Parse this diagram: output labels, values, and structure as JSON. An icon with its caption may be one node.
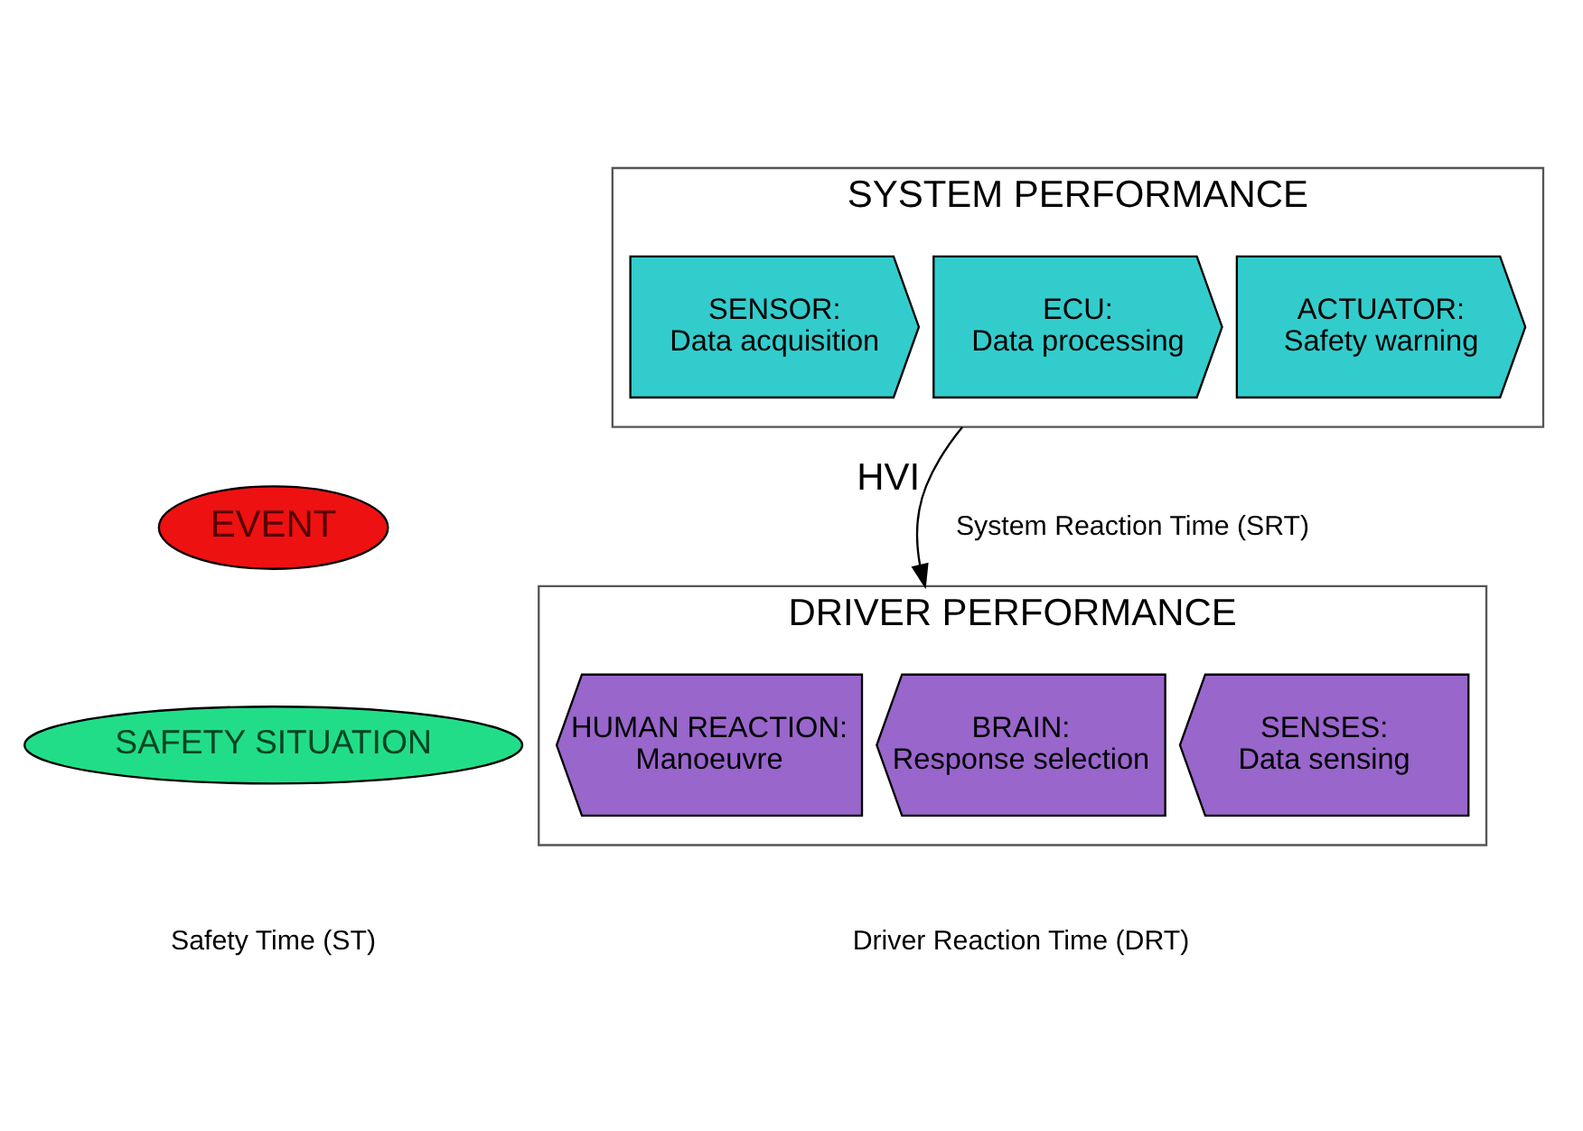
{
  "diagram": {
    "nodes": [
      {
        "text": [
          "EVENT"
        ]
      },
      {
        "text": [
          "SYSTEM PERFORMANCE"
        ]
      },
      {
        "text": [
          "SENSOR:",
          "Data acquisition"
        ],
        "in": 1
      },
      {
        "text": [
          "ECU:",
          "Data processing"
        ],
        "in": 1
      },
      {
        "text": [
          "ACTUATOR:",
          "Safety warning"
        ],
        "in": 1
      },
      {
        "text": [
          "DRIVER PERFORMANCE"
        ]
      },
      {
        "text": [
          "HUMAN REACTION:",
          "Manoeuvre"
        ],
        "in": 5
      },
      {
        "text": [
          "BRAIN:",
          "Response selection"
        ],
        "in": 5
      },
      {
        "text": [
          "SENSES:",
          "Data sensing"
        ],
        "in": 5
      },
      {
        "text": [
          "SAFETY SITUATION"
        ]
      }
    ],
    "edges": [
      {
        "from": 1,
        "to": 5,
        "arrow": "to",
        "label": "HVI"
      }
    ],
    "labels": [
      "System Reaction Time (SRT)",
      "Safety Time (ST)",
      "Driver Reaction Time (DRT)"
    ]
  }
}
